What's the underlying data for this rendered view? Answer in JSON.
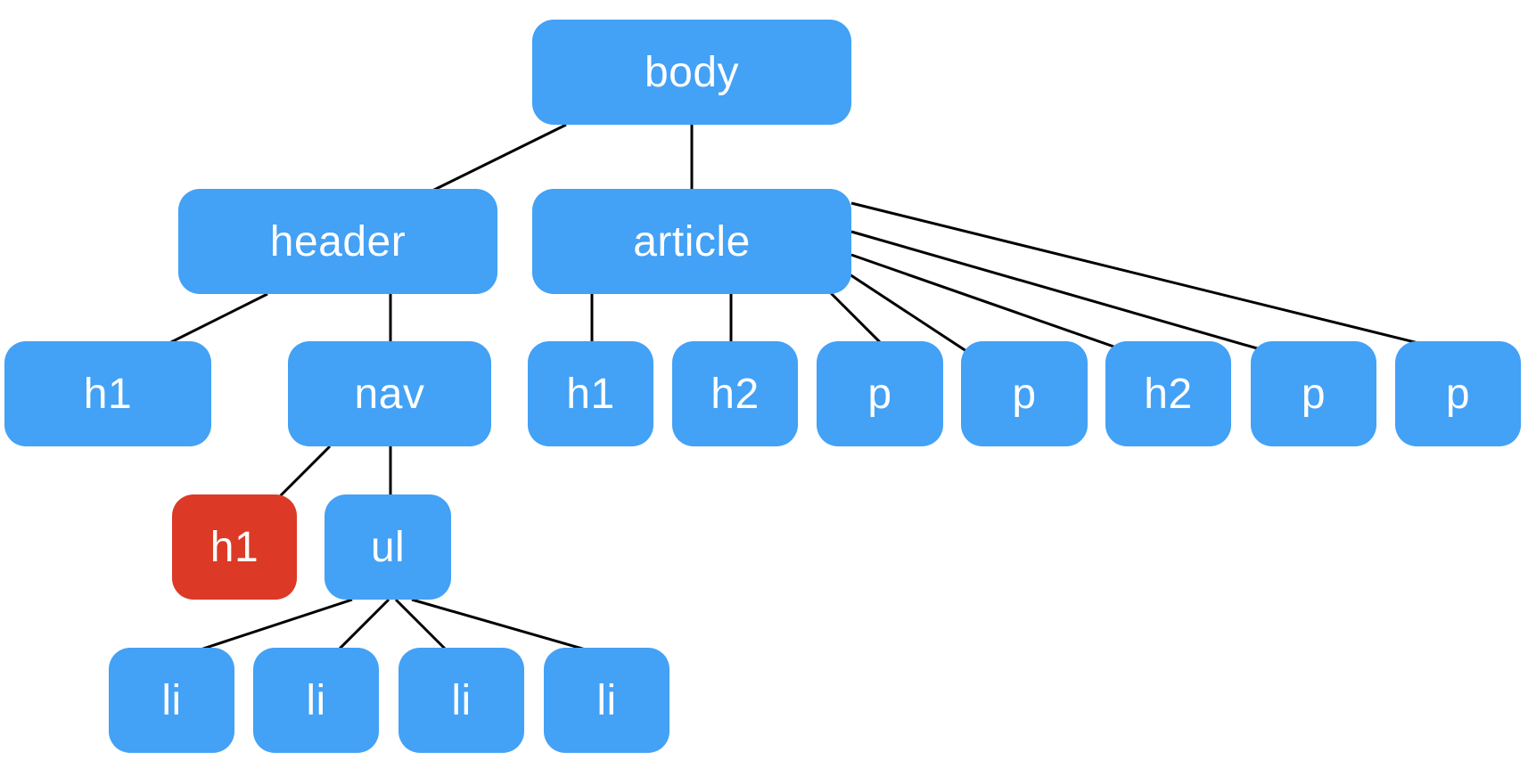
{
  "colors": {
    "node": "#43A1F6",
    "highlight": "#DC3A26",
    "edge": "#000000"
  },
  "nodes": [
    {
      "id": "body",
      "label": "body",
      "highlight": false
    },
    {
      "id": "header",
      "label": "header",
      "highlight": false
    },
    {
      "id": "article",
      "label": "article",
      "highlight": false
    },
    {
      "id": "h1-a",
      "label": "h1",
      "highlight": false
    },
    {
      "id": "nav",
      "label": "nav",
      "highlight": false
    },
    {
      "id": "h1-b",
      "label": "h1",
      "highlight": true
    },
    {
      "id": "ul",
      "label": "ul",
      "highlight": false
    },
    {
      "id": "li-1",
      "label": "li",
      "highlight": false
    },
    {
      "id": "li-2",
      "label": "li",
      "highlight": false
    },
    {
      "id": "li-3",
      "label": "li",
      "highlight": false
    },
    {
      "id": "li-4",
      "label": "li",
      "highlight": false
    },
    {
      "id": "h1-c",
      "label": "h1",
      "highlight": false
    },
    {
      "id": "h2-a",
      "label": "h2",
      "highlight": false
    },
    {
      "id": "p-1",
      "label": "p",
      "highlight": false
    },
    {
      "id": "p-2",
      "label": "p",
      "highlight": false
    },
    {
      "id": "h2-b",
      "label": "h2",
      "highlight": false
    },
    {
      "id": "p-3",
      "label": "p",
      "highlight": false
    },
    {
      "id": "p-4",
      "label": "p",
      "highlight": false
    }
  ],
  "edges": [
    [
      "body",
      "header"
    ],
    [
      "body",
      "article"
    ],
    [
      "header",
      "h1-a"
    ],
    [
      "header",
      "nav"
    ],
    [
      "nav",
      "h1-b"
    ],
    [
      "nav",
      "ul"
    ],
    [
      "ul",
      "li-1"
    ],
    [
      "ul",
      "li-2"
    ],
    [
      "ul",
      "li-3"
    ],
    [
      "ul",
      "li-4"
    ],
    [
      "article",
      "h1-c"
    ],
    [
      "article",
      "h2-a"
    ],
    [
      "article",
      "p-1"
    ],
    [
      "article",
      "p-2"
    ],
    [
      "article",
      "h2-b"
    ],
    [
      "article",
      "p-3"
    ],
    [
      "article",
      "p-4"
    ]
  ]
}
